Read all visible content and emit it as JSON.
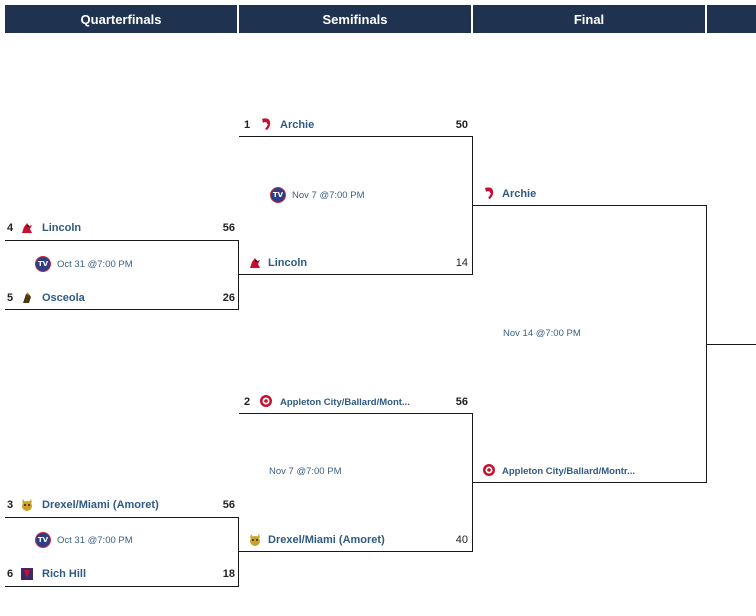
{
  "headers": [
    "Quarterfinals",
    "Semifinals",
    "Final"
  ],
  "quarterfinals": [
    {
      "top": {
        "seed": "4",
        "name": "Lincoln",
        "score": "56",
        "logo": "cardinal-icon"
      },
      "bottom": {
        "seed": "5",
        "name": "Osceola",
        "score": "26",
        "logo": "warrior-icon"
      },
      "info": "Oct 31 @7:00 PM"
    },
    {
      "top": {
        "seed": "3",
        "name": "Drexel/Miami (Amoret)",
        "score": "56",
        "logo": "bobcat-icon"
      },
      "bottom": {
        "seed": "6",
        "name": "Rich Hill",
        "score": "18",
        "logo": "rich-hill-icon"
      },
      "info": "Oct 31 @7:00 PM"
    }
  ],
  "semifinals": [
    {
      "top": {
        "seed": "1",
        "name": "Archie",
        "score": "50",
        "logo": "archie-icon"
      },
      "bottom": {
        "seed": "",
        "name": "Lincoln",
        "score": "14",
        "logo": "cardinal-icon"
      },
      "info": "Nov 7 @7:00 PM"
    },
    {
      "top": {
        "seed": "2",
        "name": "Appleton City/Ballard/Mont...",
        "score": "56",
        "logo": "appleton-icon"
      },
      "bottom": {
        "seed": "",
        "name": "Drexel/Miami (Amoret)",
        "score": "40",
        "logo": "bobcat-icon"
      },
      "info": "Nov 7 @7:00 PM"
    }
  ],
  "final": {
    "top": {
      "name": "Archie",
      "logo": "archie-icon"
    },
    "bottom": {
      "name": "Appleton City/Ballard/Montr...",
      "logo": "appleton-icon"
    },
    "info": "Nov 14 @7:00 PM"
  },
  "colors": {
    "header_bg": "#1f3350",
    "team_text": "#2f5a84"
  }
}
